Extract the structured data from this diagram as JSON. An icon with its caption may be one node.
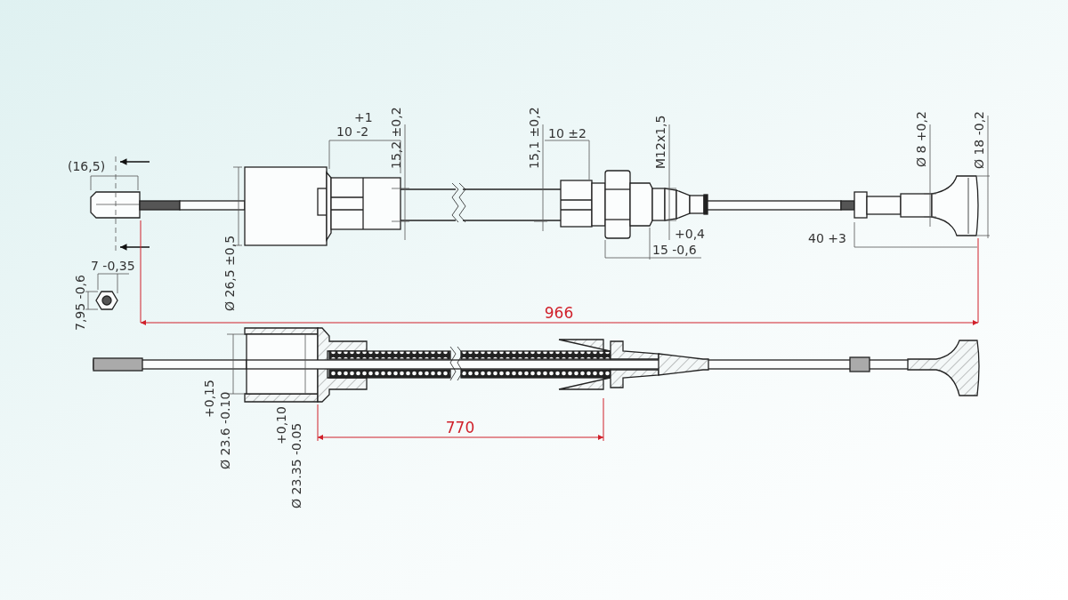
{
  "diagram": {
    "labels": [
      "(16,5)",
      "+1",
      "10 -2",
      "15,2 ±0,2",
      "15,1 ±0,2",
      "10 ±2",
      "M12x1,5",
      "Ø 8 +0,2",
      "Ø 18 -0,2",
      "+0,4",
      "15 -0,6",
      "40 +3",
      "7 -0,35",
      "7,95 -0,6",
      "Ø 26,5 ±0,5",
      "966",
      "+0,15",
      "Ø 23.6 -0.10",
      "+0,10",
      "Ø 23.35 -0.05",
      "770"
    ]
  }
}
